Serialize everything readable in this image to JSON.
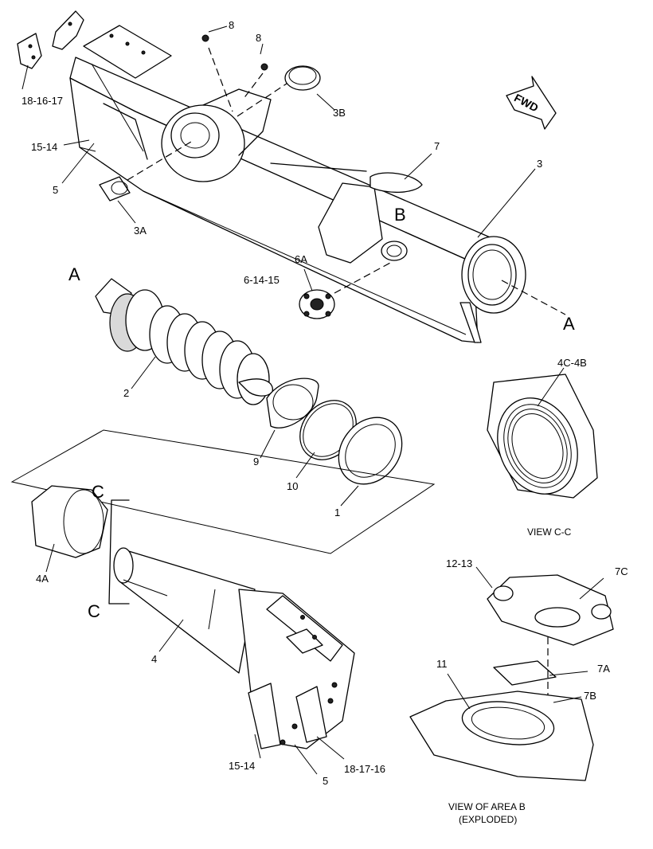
{
  "callouts": {
    "c8a": "8",
    "c8b": "8",
    "c181617": "18-16-17",
    "c3b": "3B",
    "c1514top": "15-14",
    "c5top": "5",
    "c3a": "3A",
    "c7": "7",
    "c3": "3",
    "c6a": "6A",
    "c61415": "6-14-15",
    "c2": "2",
    "c9": "9",
    "c10": "10",
    "c1": "1",
    "c4a": "4A",
    "c4": "4",
    "c1514bot": "15-14",
    "c5bot": "5",
    "c181716": "18-17-16",
    "c4c4b": "4C-4B",
    "c1213": "12-13",
    "c7c": "7C",
    "c11": "11",
    "c7a": "7A",
    "c7b": "7B"
  },
  "section_letters": {
    "a_left": "A",
    "a_right": "A",
    "b": "B",
    "c_top": "C",
    "c_bottom": "C"
  },
  "fwd_label": "FWD",
  "captions": {
    "view_cc": "VIEW  C-C",
    "view_area_b": "VIEW OF AREA  B",
    "exploded": "(EXPLODED)"
  }
}
